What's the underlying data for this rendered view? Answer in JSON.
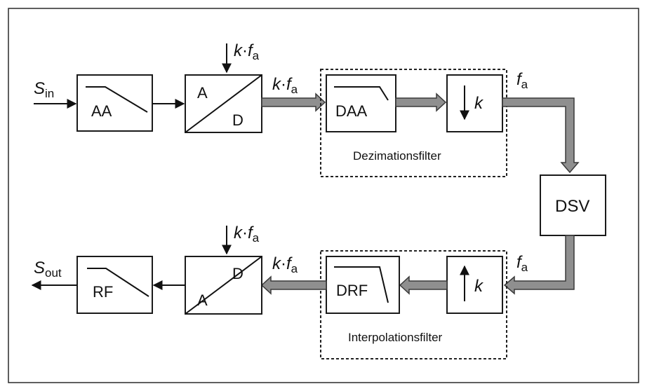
{
  "signals": {
    "input": {
      "main": "S",
      "sub": "in"
    },
    "output": {
      "main": "S",
      "sub": "out"
    }
  },
  "rates": {
    "k": "k",
    "dot": "·",
    "f": "f",
    "a": "a"
  },
  "blocks": {
    "aa": "AA",
    "adc_a": "A",
    "adc_d": "D",
    "daa": "DAA",
    "dsv": "DSV",
    "drf": "DRF",
    "dac_a": "A",
    "dac_d": "D",
    "rf": "RF"
  },
  "groups": {
    "decimation": "Dezimationsfilter",
    "interpolation": "Interpolationsfilter"
  },
  "colors": {
    "thick_arrow": "#8f8f8f",
    "line": "#111111"
  }
}
